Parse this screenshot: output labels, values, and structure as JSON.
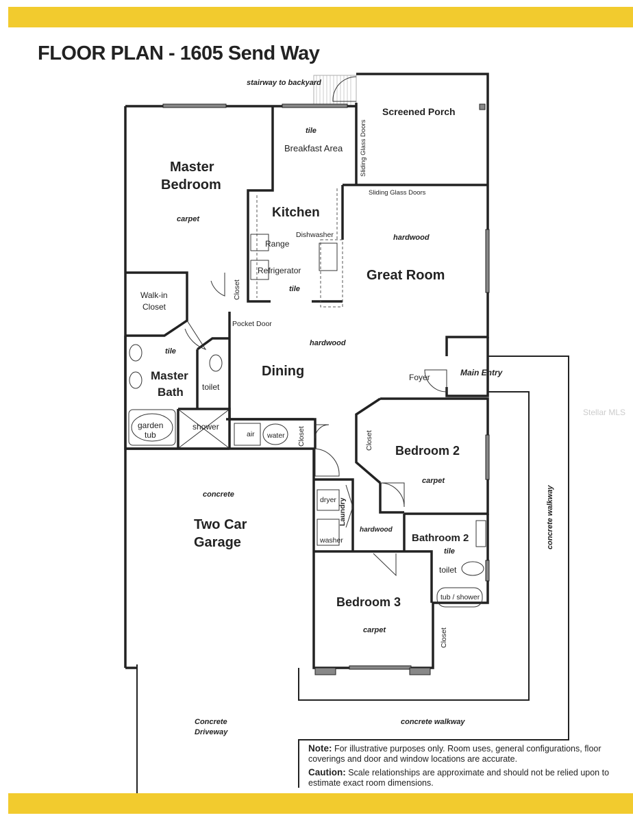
{
  "title": "FLOOR PLAN - 1605 Send Way",
  "colors": {
    "banner": "#f2cb2e",
    "walls": "#222222"
  },
  "rooms": {
    "stairway": "stairway to backyard",
    "screened_porch": "Screened Porch",
    "breakfast_floor": "tile",
    "breakfast": "Breakfast Area",
    "sliding_doors_vertical": "Sliding Glass Doors",
    "sliding_doors_horizontal": "Sliding Glass Doors",
    "master_bedroom_line1": "Master",
    "master_bedroom_line2": "Bedroom",
    "master_floor": "carpet",
    "kitchen": "Kitchen",
    "dishwasher": "Dishwasher",
    "range": "Range",
    "refrigerator": "Refrigerator",
    "kitchen_floor": "tile",
    "closet_kitchen": "Closet",
    "great_room_floor": "hardwood",
    "great_room": "Great Room",
    "walkin_line1": "Walk-in",
    "walkin_line2": "Closet",
    "pocket_door": "Pocket Door",
    "dining_floor": "hardwood",
    "dining": "Dining",
    "bath_floor": "tile",
    "master_bath_line1": "Master",
    "master_bath_line2": "Bath",
    "toilet_master": "toilet",
    "garden_tub_line1": "garden",
    "garden_tub_line2": "tub",
    "shower": "shower",
    "air": "air",
    "water": "water",
    "closet_utility": "Closet",
    "foyer": "Foyer",
    "main_entry": "Main Entry",
    "closet_bed2": "Closet",
    "bedroom2": "Bedroom 2",
    "bedroom2_floor": "carpet",
    "garage_floor": "concrete",
    "garage_line1": "Two Car",
    "garage_line2": "Garage",
    "dryer": "dryer",
    "washer": "washer",
    "laundry": "Laundry",
    "hall_floor": "hardwood",
    "bathroom2": "Bathroom 2",
    "bathroom2_floor": "tile",
    "toilet_bath2": "toilet",
    "tub_shower": "tub / shower",
    "bedroom3": "Bedroom 3",
    "bedroom3_floor": "carpet",
    "closet_bed3": "Closet",
    "concrete_walkway_side": "concrete walkway",
    "concrete_walkway_front": "concrete walkway",
    "driveway_line1": "Concrete",
    "driveway_line2": "Driveway",
    "watermark": "Stellar MLS"
  },
  "note": {
    "note_label": "Note:",
    "note_text": " For illustrative purposes only. Room uses, general configurations, floor coverings and door and window locations are accurate.",
    "caution_label": "Caution:",
    "caution_text": " Scale relationships are approximate and should not be relied upon to estimate exact room dimensions."
  }
}
